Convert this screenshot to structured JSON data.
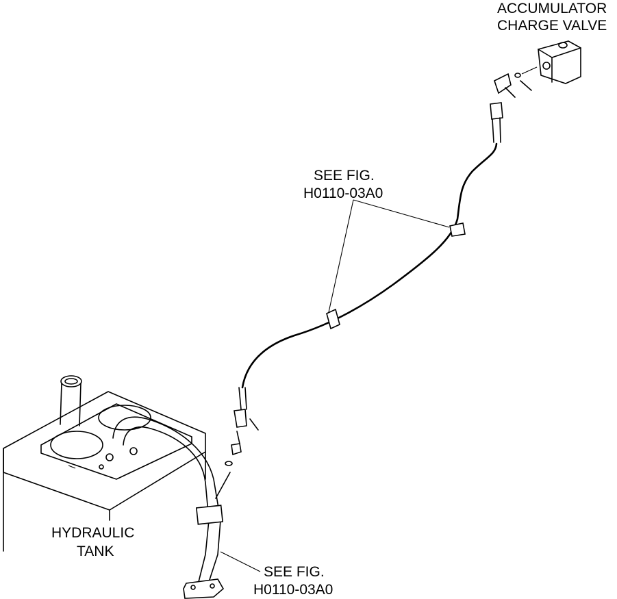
{
  "labels": {
    "accumulator_line1": "ACCUMULATOR",
    "accumulator_line2": "CHARGE VALVE",
    "ref_top_line1": "SEE FIG.",
    "ref_top_line2": "H0110-03A0",
    "tank_line1": "HYDRAULIC",
    "tank_line2": "TANK",
    "ref_bottom_line1": "SEE FIG.",
    "ref_bottom_line2": "H0110-03A0"
  },
  "colors": {
    "line": "#000000",
    "background": "#ffffff"
  }
}
